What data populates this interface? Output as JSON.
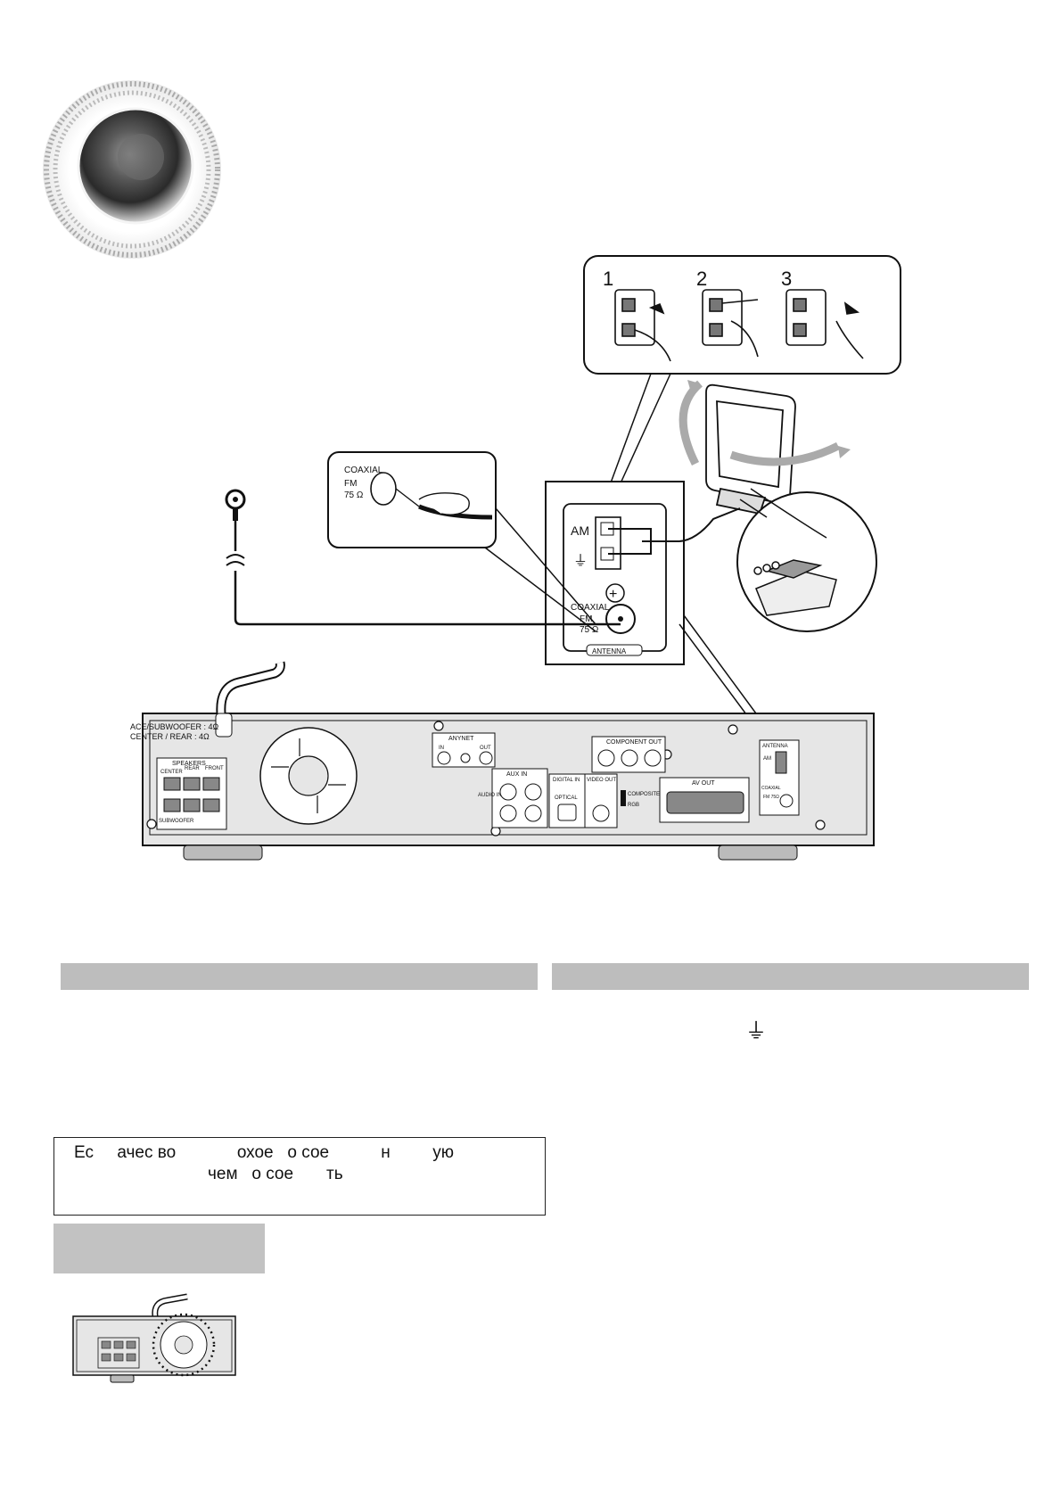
{
  "callout_steps": [
    "1",
    "2",
    "3"
  ],
  "coax_callout": {
    "coaxial": "COAXIAL",
    "fm": "FM",
    "ohm": "75 Ω"
  },
  "antenna_panel": {
    "am": "AM",
    "coaxial": "COAXIAL",
    "fm": "FM",
    "ohm": "75 Ω",
    "label": "ANTENNA"
  },
  "rear_panel": {
    "speaker_impedance_1": "ACE/SUBWOOFER : 4Ω",
    "speaker_impedance_2": "CENTER / REAR : 4Ω",
    "speakers_label": "SPEAKERS",
    "speakers_center": "CENTER",
    "speakers_rear": "REAR",
    "speakers_front": "FRONT",
    "speakers_subwoofer": "SUBWOOFER",
    "anynet": "ANYNET",
    "anynet_in": "IN",
    "anynet_out": "OUT",
    "aux_in": "AUX IN",
    "audio_in": "AUDIO IN",
    "digital_in": "DIGITAL IN",
    "optical": "OPTICAL",
    "video_out": "VIDEO OUT",
    "composite": "COMPOSITE",
    "rgb": "RGB",
    "component_out": "COMPONENT OUT",
    "av_out": "AV OUT",
    "antenna": "ANTENNA",
    "ant_am": "AM",
    "ant_coaxial": "COAXIAL",
    "ant_fm": "FM 75Ω"
  },
  "ground_symbol": "⏚",
  "note": {
    "line1": "Ес     ачес во             охое   о сое           н         ую",
    "line2": "чем   о сое       ть"
  },
  "colors": {
    "section_bar": "#bdbdbd",
    "subheading_bar": "#c2c2c2",
    "panel_fill": "#e6e6e6",
    "line": "#111111"
  }
}
